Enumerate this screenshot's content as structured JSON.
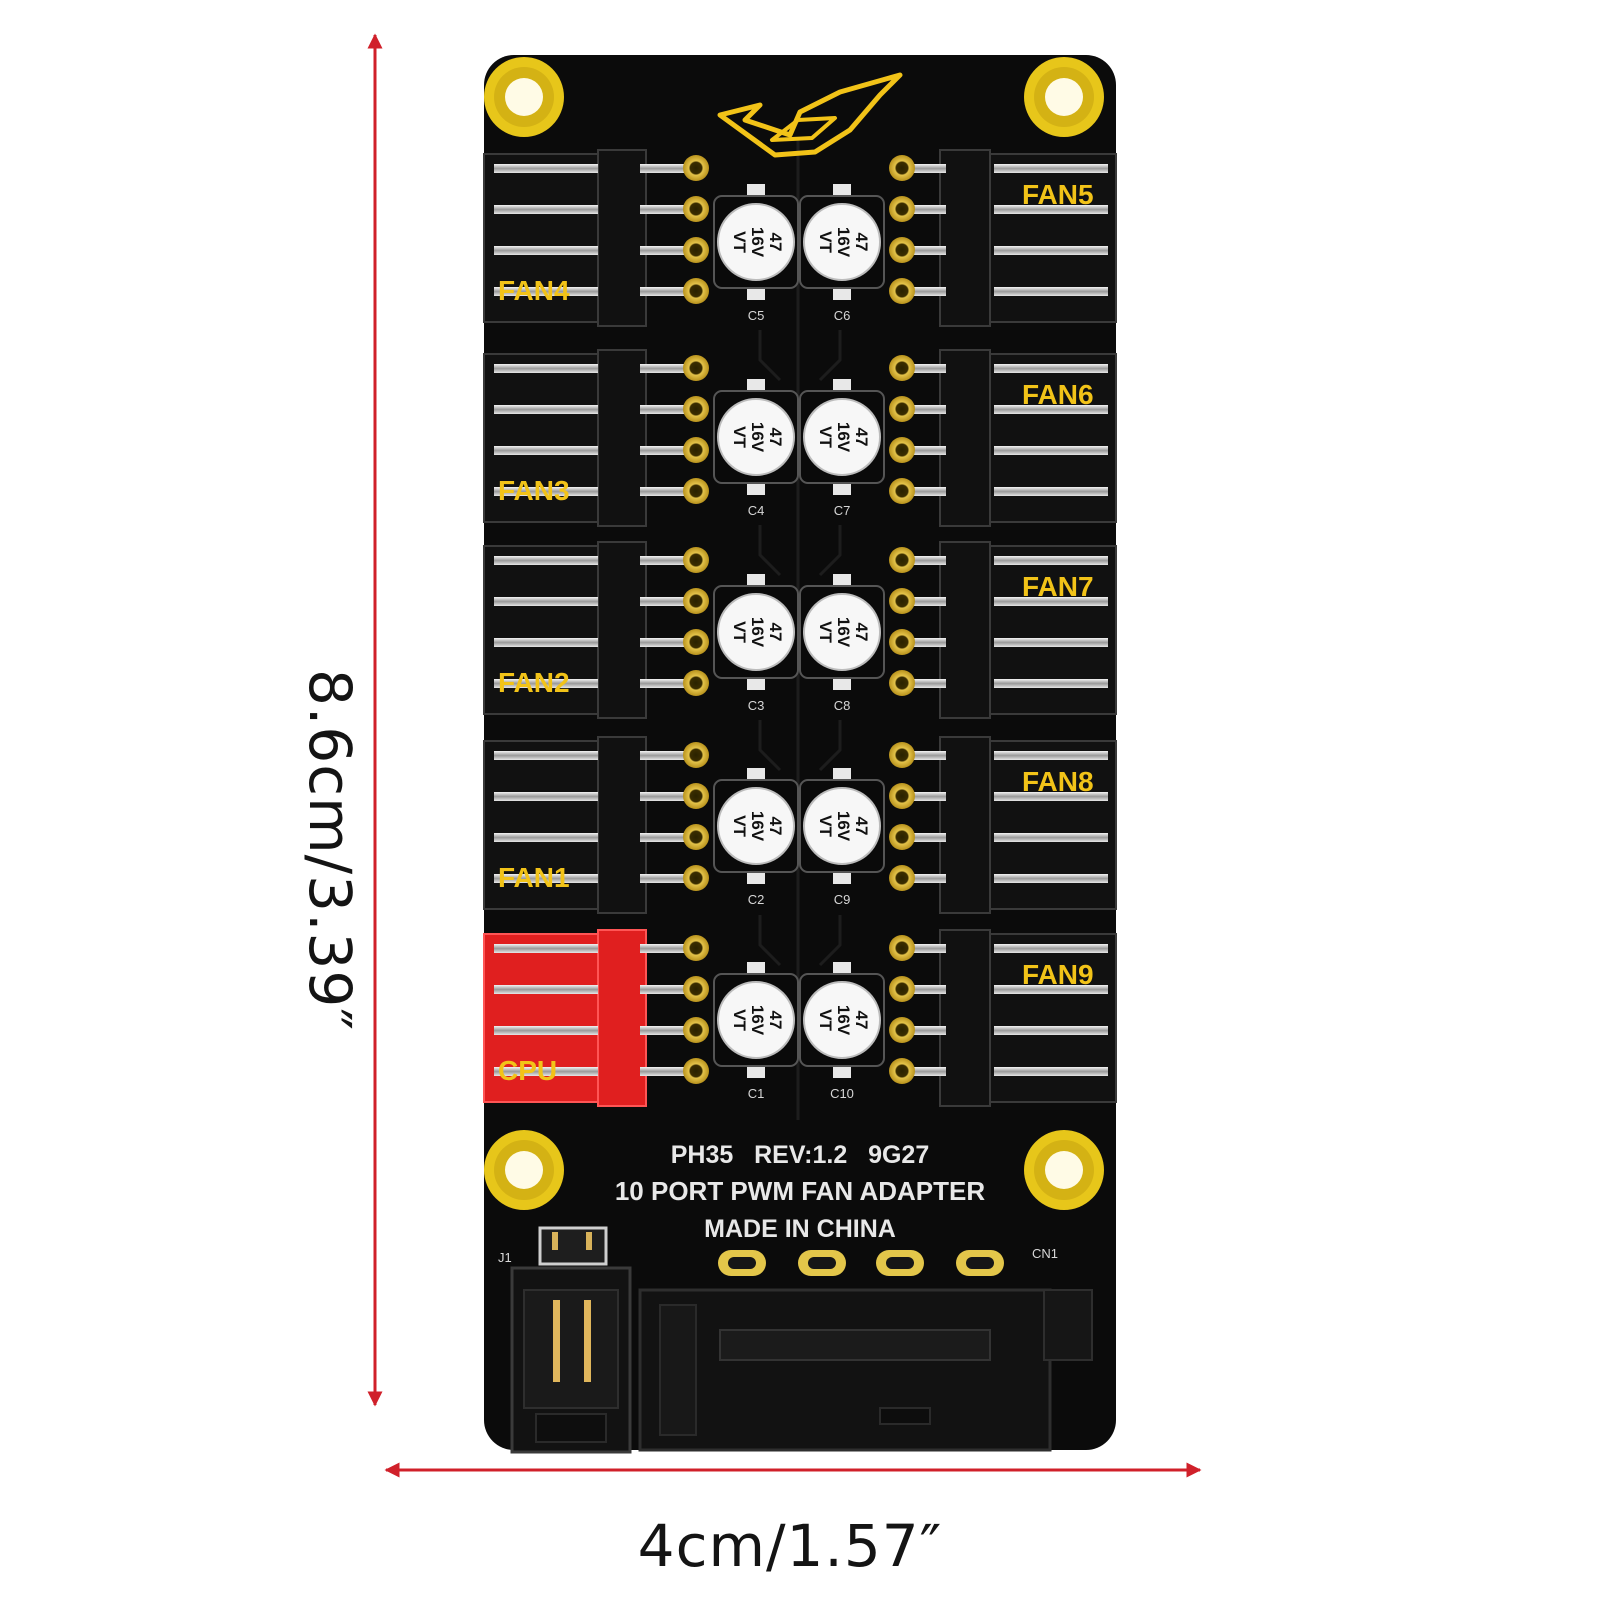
{
  "dimensions": {
    "height_label": "8.6cm/3.39″",
    "width_label": "4cm/1.57″",
    "arrow_color": "#d0202a"
  },
  "board": {
    "color": "#0b0b0b",
    "silk_color": "#f2c318",
    "mounting_hole_color": "#e7c61a",
    "model_line": "PH35   REV:1.2   9G27",
    "product_line": "10 PORT PWM FAN ADAPTER",
    "origin_line": "MADE IN CHINA",
    "logo": "rog-eye-logo",
    "left_headers": [
      {
        "label": "FAN4",
        "color": "#1a1a1a"
      },
      {
        "label": "FAN3",
        "color": "#1a1a1a"
      },
      {
        "label": "FAN2",
        "color": "#1a1a1a"
      },
      {
        "label": "FAN1",
        "color": "#1a1a1a"
      },
      {
        "label": "CPU",
        "color": "#e01f1f"
      }
    ],
    "right_headers": [
      {
        "label": "FAN5"
      },
      {
        "label": "FAN6"
      },
      {
        "label": "FAN7"
      },
      {
        "label": "FAN8"
      },
      {
        "label": "FAN9"
      }
    ],
    "capacitors": [
      {
        "left": "C5",
        "right": "C6"
      },
      {
        "left": "C4",
        "right": "C7"
      },
      {
        "left": "C3",
        "right": "C8"
      },
      {
        "left": "C2",
        "right": "C9"
      },
      {
        "left": "C1",
        "right": "C10"
      }
    ],
    "capacitor_marking": [
      "47",
      "16V",
      "VT"
    ],
    "connector_labels": {
      "left": "J1",
      "right": "CN1"
    }
  }
}
